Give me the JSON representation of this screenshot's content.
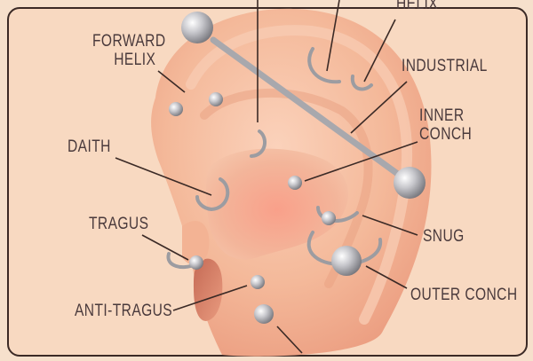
{
  "labels": {
    "helix": "Helix",
    "forward_helix_1": "Forward",
    "forward_helix_2": "Helix",
    "industrial": "Industrial",
    "inner_conch_1": "Inner",
    "inner_conch_2": "Conch",
    "daith": "Daith",
    "tragus": "Tragus",
    "snug": "Snug",
    "outer_conch": "Outer Conch",
    "anti_tragus": "Anti-Tragus"
  },
  "colors": {
    "background": "#f8d9c1",
    "skin": "#f4b99a",
    "skin_dark": "#e99d80",
    "metal": "#b9b9bd",
    "outline": "#3b2a26",
    "text": "#4a3a3c"
  }
}
